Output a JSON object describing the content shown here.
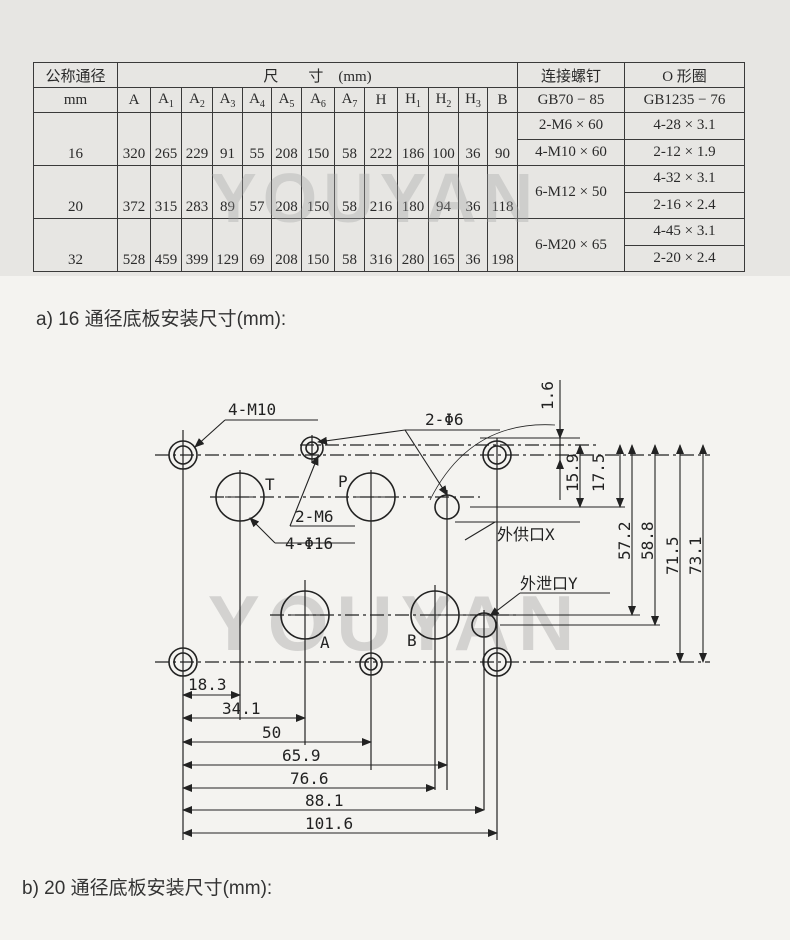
{
  "table": {
    "header1": {
      "col1": "公称通径",
      "dims": "尺　　寸　(mm)",
      "bolt": "连接螺钉",
      "oring": "O 形圈"
    },
    "header2": {
      "col1": "mm",
      "dims": [
        "A",
        "A1",
        "A2",
        "A3",
        "A4",
        "A5",
        "A6",
        "A7",
        "H",
        "H1",
        "H2",
        "H3",
        "B"
      ],
      "bolt": "GB70 − 85",
      "oring": "GB1235 − 76"
    },
    "rows": [
      {
        "size": "16",
        "dims": [
          "320",
          "265",
          "229",
          "91",
          "55",
          "208",
          "150",
          "58",
          "222",
          "186",
          "100",
          "36",
          "90"
        ],
        "bolts": [
          "2-M6 × 60",
          "4-M10 × 60"
        ],
        "orings": [
          "4-28 × 3.1",
          "2-12 × 1.9"
        ]
      },
      {
        "size": "20",
        "dims": [
          "372",
          "315",
          "283",
          "89",
          "57",
          "208",
          "150",
          "58",
          "216",
          "180",
          "94",
          "36",
          "118"
        ],
        "bolts": [
          "6-M12 × 50"
        ],
        "orings": [
          "4-32 × 3.1",
          "2-16 × 2.4"
        ]
      },
      {
        "size": "32",
        "dims": [
          "528",
          "459",
          "399",
          "129",
          "69",
          "208",
          "150",
          "58",
          "316",
          "280",
          "165",
          "36",
          "198"
        ],
        "bolts": [
          "6-M20 × 65"
        ],
        "orings": [
          "4-45 × 3.1",
          "2-20 × 2.4"
        ]
      }
    ]
  },
  "watermark": "YOUYAN",
  "caption_a": "a) 16 通径底板安装尺寸(mm):",
  "caption_b": "b) 20 通径底板安装尺寸(mm):",
  "drawing": {
    "labels": {
      "m10": "4-M10",
      "phi6": "2-Φ6",
      "m6": "2-M6",
      "phi16": "4-Φ16",
      "port_x": "外供口X",
      "port_y": "外泄口Y",
      "t": "T",
      "p": "P",
      "a": "A",
      "b": "B"
    },
    "vertical_dims": [
      "1.6",
      "15.9",
      "17.5",
      "57.2",
      "58.8",
      "71.5",
      "73.1"
    ],
    "horizontal_dims": [
      "18.3",
      "34.1",
      "50",
      "65.9",
      "76.6",
      "88.1",
      "101.6"
    ]
  }
}
